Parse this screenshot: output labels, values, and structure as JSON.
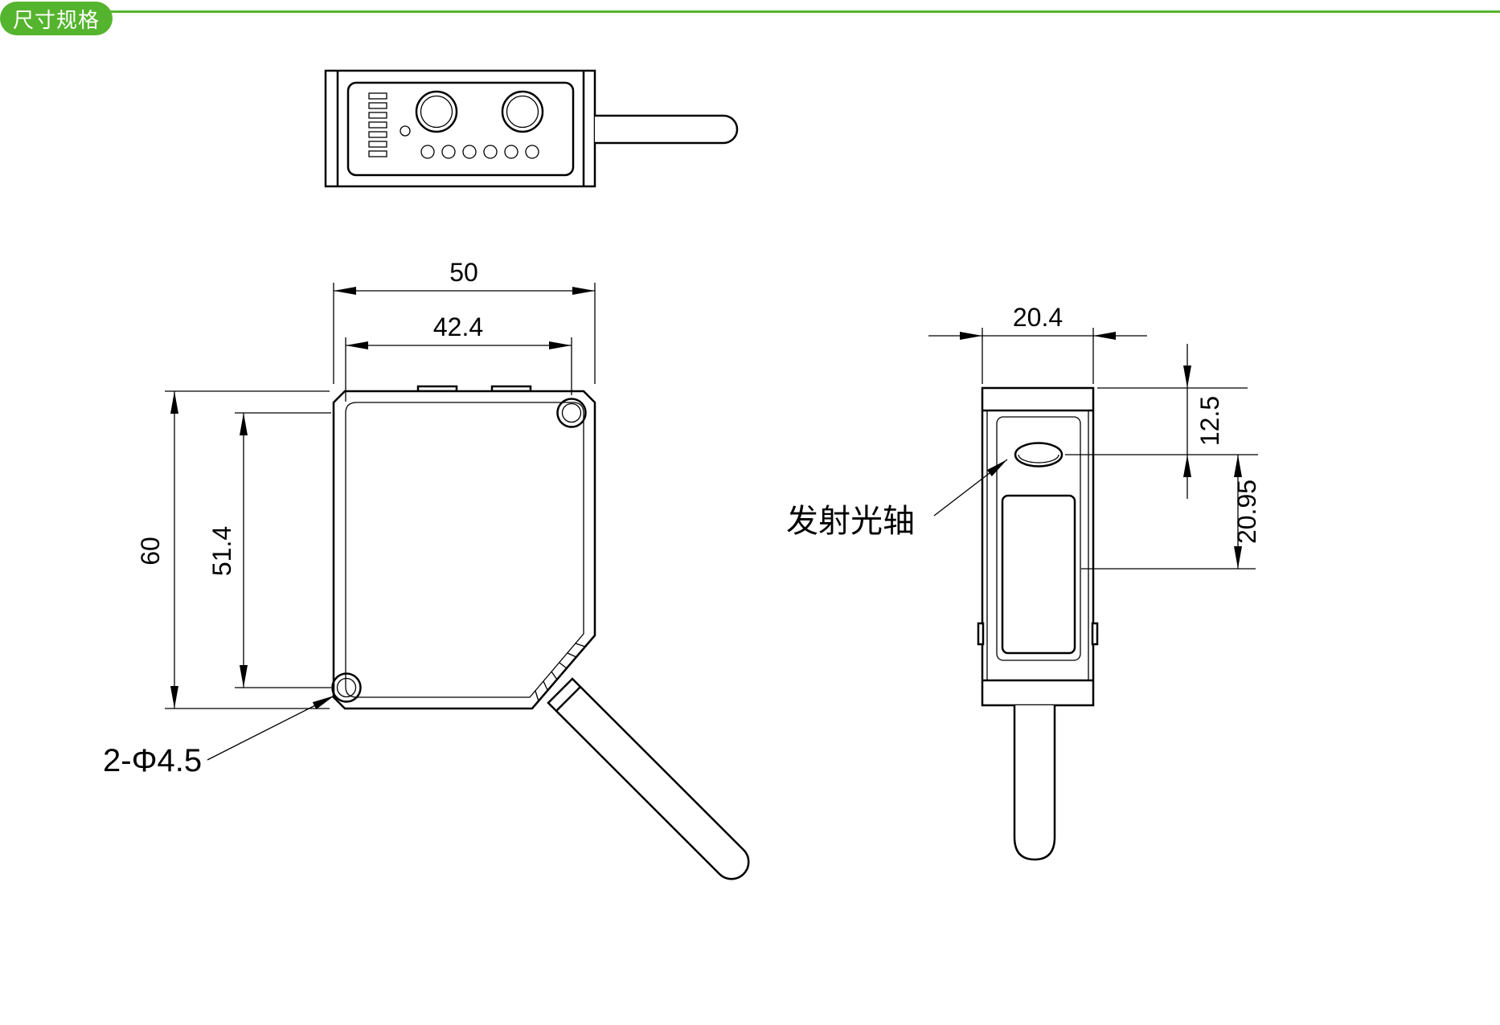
{
  "header": {
    "title": "尺寸规格"
  },
  "colors": {
    "accent": "#55b42e",
    "line_color": "#000000",
    "background": "#ffffff"
  },
  "front_view": {
    "dim_outer_width": "50",
    "dim_hole_spacing_h": "42.4",
    "dim_outer_height": "60",
    "dim_hole_spacing_v": "51.4",
    "hole_callout": "2-Φ4.5"
  },
  "side_view": {
    "dim_width": "20.4",
    "dim_axis_from_top": "12.5",
    "dim_axis_to_window": "20.95",
    "axis_callout": "发射光轴"
  }
}
